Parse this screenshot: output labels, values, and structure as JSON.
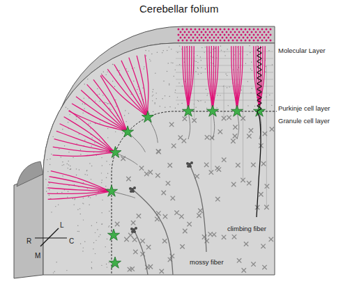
{
  "diagram": {
    "title": "Cerebellar folium",
    "labels": [
      "Molecular Layer",
      "Purkinje cell layer",
      "Granule cell layer",
      "climbing fiber",
      "mossy fiber",
      "L",
      "R",
      "C",
      "M"
    ]
  }
}
